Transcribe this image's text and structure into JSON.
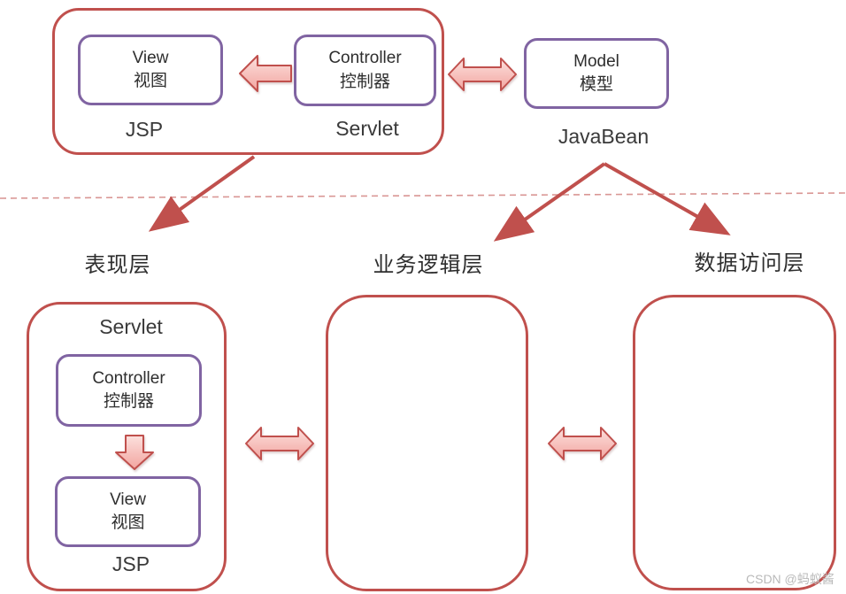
{
  "colors": {
    "red": "#C0504D",
    "purple": "#8064A2",
    "pink_light": "#FCE0DD",
    "pink_dark": "#F2A5A0",
    "dash": "#D99694",
    "text_dark": "#2E2E2E",
    "watermark_gray": "#B9B9B9"
  },
  "mvc_top": {
    "view": {
      "title": "View",
      "subtitle": "视图"
    },
    "controller": {
      "title": "Controller",
      "subtitle": "控制器"
    },
    "model": {
      "title": "Model",
      "subtitle": "模型"
    },
    "jsp_label": "JSP",
    "servlet_label": "Servlet",
    "javabean_label": "JavaBean"
  },
  "layers": {
    "presentation": "表现层",
    "business": "业务逻辑层",
    "data_access": "数据访问层"
  },
  "presentation_box": {
    "servlet_label": "Servlet",
    "controller": {
      "title": "Controller",
      "subtitle": "控制器"
    },
    "view": {
      "title": "View",
      "subtitle": "视图"
    },
    "jsp_label": "JSP"
  },
  "watermark": "CSDN @蚂蚁酱"
}
